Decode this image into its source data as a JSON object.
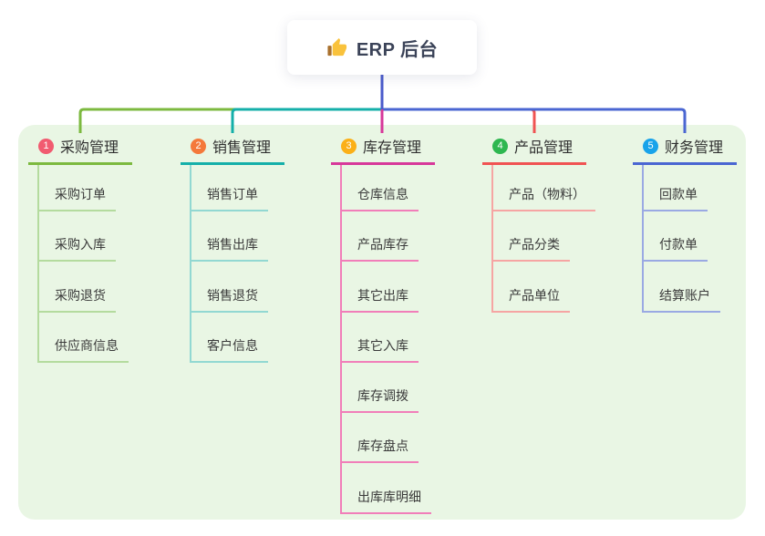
{
  "root": {
    "title": "ERP 后台",
    "icon": "thumbs-up-icon",
    "card_bg": "#FFFFFF",
    "title_color": "#3B4358",
    "line_color": "#4A5BCB"
  },
  "panel": {
    "bg_color": "#E9F6E4"
  },
  "branches": [
    {
      "index": "1",
      "title": "采购管理",
      "badge_color": "#F15B70",
      "line_color": "#7CB93F",
      "light_color": "#B4DB9E",
      "children": [
        "采购订单",
        "采购入库",
        "采购退货",
        "供应商信息"
      ]
    },
    {
      "index": "2",
      "title": "销售管理",
      "badge_color": "#F4793B",
      "line_color": "#14AFA9",
      "light_color": "#92D8D2",
      "children": [
        "销售订单",
        "销售出库",
        "销售退货",
        "客户信息"
      ]
    },
    {
      "index": "3",
      "title": "库存管理",
      "badge_color": "#FBB017",
      "line_color": "#D7389A",
      "light_color": "#F17EB9",
      "children": [
        "仓库信息",
        "产品库存",
        "其它出库",
        "其它入库",
        "库存调拨",
        "库存盘点",
        "出库库明细"
      ]
    },
    {
      "index": "4",
      "title": "产品管理",
      "badge_color": "#2EB750",
      "line_color": "#F05352",
      "light_color": "#F6A5A3",
      "children": [
        "产品（物料）",
        "产品分类",
        "产品单位"
      ]
    },
    {
      "index": "5",
      "title": "财务管理",
      "badge_color": "#18A3EA",
      "line_color": "#4A66D2",
      "light_color": "#9AA9E3",
      "children": [
        "回款单",
        "付款单",
        "结算账户"
      ]
    }
  ]
}
